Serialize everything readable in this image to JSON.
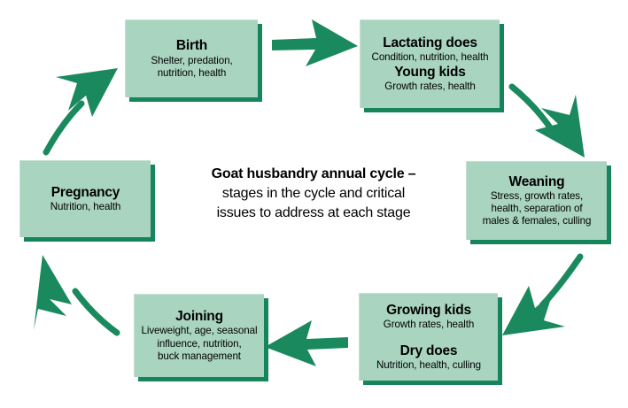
{
  "diagram": {
    "center_title_line1": "Goat husbandry annual cycle –",
    "center_title_line2": "stages in the cycle and critical",
    "center_title_line3": "issues to address at each stage",
    "colors": {
      "box_fill": "#a9d4c0",
      "box_shadow": "#17855c",
      "arrow": "#1a8a5e",
      "text": "#000000",
      "background": "#ffffff"
    },
    "nodes": [
      {
        "id": "birth",
        "title": "Birth",
        "sub": "Shelter, predation,\nnutrition, health",
        "sub_line1": "Shelter, predation,",
        "sub_line2": "nutrition, health"
      },
      {
        "id": "lactating",
        "title": "Lactating does",
        "sub": "Condition, nutrition, health",
        "title2": "Young kids",
        "sub2": "Growth rates, health"
      },
      {
        "id": "weaning",
        "title": "Weaning",
        "sub_line1": "Stress, growth rates,",
        "sub_line2": "health, separation of",
        "sub_line3": "males & females, culling"
      },
      {
        "id": "growing",
        "title": "Growing kids",
        "sub": "Growth rates, health",
        "title2": "Dry does",
        "sub2": "Nutrition, health, culling"
      },
      {
        "id": "joining",
        "title": "Joining",
        "sub_line1": "Liveweight, age, seasonal",
        "sub_line2": "influence, nutrition,",
        "sub_line3": "buck management"
      },
      {
        "id": "pregnancy",
        "title": "Pregnancy",
        "sub": "Nutrition, health"
      }
    ],
    "arrows": [
      {
        "id": "birth-to-lactating",
        "from": "birth",
        "to": "lactating",
        "direction": "right"
      },
      {
        "id": "lactating-to-weaning",
        "from": "lactating",
        "to": "weaning",
        "direction": "down-right"
      },
      {
        "id": "weaning-to-growing",
        "from": "weaning",
        "to": "growing",
        "direction": "down-left"
      },
      {
        "id": "growing-to-joining",
        "from": "growing",
        "to": "joining",
        "direction": "left"
      },
      {
        "id": "joining-to-pregnancy",
        "from": "joining",
        "to": "pregnancy",
        "direction": "up-left"
      },
      {
        "id": "pregnancy-to-birth",
        "from": "pregnancy",
        "to": "birth",
        "direction": "up-right"
      }
    ]
  }
}
